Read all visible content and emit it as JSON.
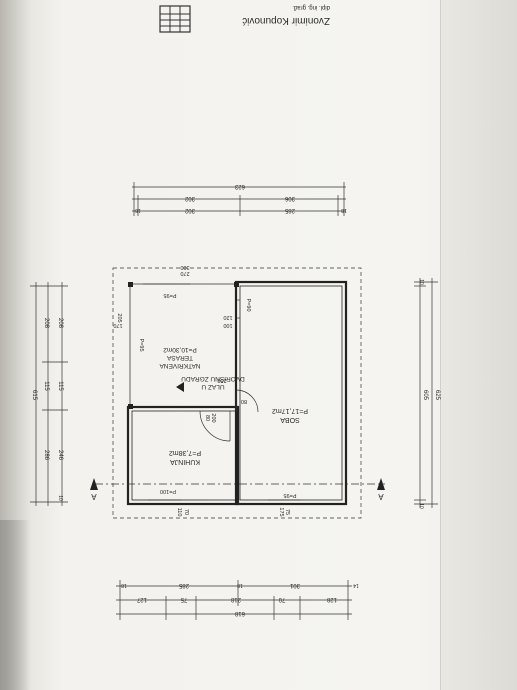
{
  "architect": {
    "name": "Zvonimir Kopunović",
    "title": "dipl. ing. građ."
  },
  "rooms": {
    "soba_name": "SOBA",
    "soba_area": "P=17,17m2",
    "kuhinja_name": "KUHINJA",
    "kuhinja_area": "P=7,38m2",
    "terasa_name1": "NATKRIVENA",
    "terasa_name2": "TERASA",
    "terasa_area": "P=10,30m2",
    "entry1": "ULAZ U",
    "entry2": "DVORIŠNU ZGRADU"
  },
  "labels": {
    "p95a": "P=95",
    "p95b": "P=95",
    "p95c": "P=95",
    "p90": "P=90",
    "p100": "P=100",
    "d80": "80",
    "d200": "200",
    "d100": "100",
    "d120": "120",
    "d205": "205",
    "d170": "170",
    "d300": "300",
    "d270": "270",
    "d80b": "80",
    "d200b": "200",
    "d70": "70",
    "d110": "110",
    "d75": "75",
    "d175": "175",
    "sectionA": "A"
  },
  "dims_top": {
    "total": "623",
    "row2a": "306",
    "row2b": "302",
    "row3a": "285",
    "row3b": "302",
    "end1": "18",
    "end2": "18"
  },
  "dims_bottom": {
    "total": "618",
    "r1a": "127",
    "r1b": "75",
    "r1c": "218",
    "r1d": "70",
    "r1e": "128",
    "r2a": "285",
    "r2b": "301",
    "end1": "18",
    "end2": "18",
    "end3": "14"
  },
  "dims_right": {
    "total": "625",
    "inner": "605",
    "end1": "10",
    "end2": "10"
  },
  "dims_left": {
    "total": "615",
    "a": "208",
    "b": "115",
    "c": "286",
    "d": "208",
    "e": "115",
    "f": "246",
    "end": "10"
  }
}
